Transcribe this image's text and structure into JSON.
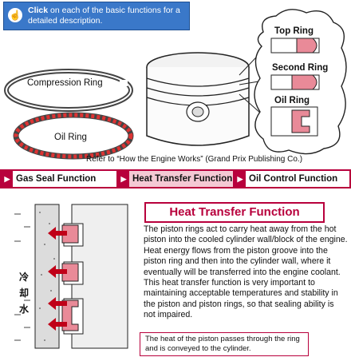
{
  "click_prompt": {
    "bold": "Click",
    "rest": " on each of the basic functions for a detailed description."
  },
  "figure": {
    "labels": {
      "compression_ring": "Compression Ring",
      "oil_ring_left": "Oil Ring",
      "top_ring": "Top Ring",
      "second_ring": "Second Ring",
      "oil_ring_right": "Oil Ring"
    },
    "caption": "Refer to “How the Engine Works”  (Grand Prix Publishing Co.)"
  },
  "tabs": [
    {
      "label": "Gas Seal Function",
      "active": false
    },
    {
      "label": "Heat Transfer Function",
      "active": true
    },
    {
      "label": "Oil Control Function",
      "active": false
    }
  ],
  "detail": {
    "title": "Heat Transfer Function",
    "body": "The piston rings act to carry heat away from the hot piston into the cooled cylinder wall/block of the engine. Heat energy flows from the piston groove into the piston ring and then into the cylinder wall, where it eventually will be transferred into the engine coolant. This heat transfer function is very important to maintaining acceptable temperatures and stability in the piston and piston rings, so that sealing ability is not impaired.",
    "note": "The heat of the piston passes through the ring and is conveyed to the cylinder.",
    "coolant_chars": [
      "冷",
      "却",
      "水"
    ]
  },
  "colors": {
    "accent": "#b8003c",
    "ring_pink": "#e98a98",
    "click_blue": "#3a78c9"
  }
}
